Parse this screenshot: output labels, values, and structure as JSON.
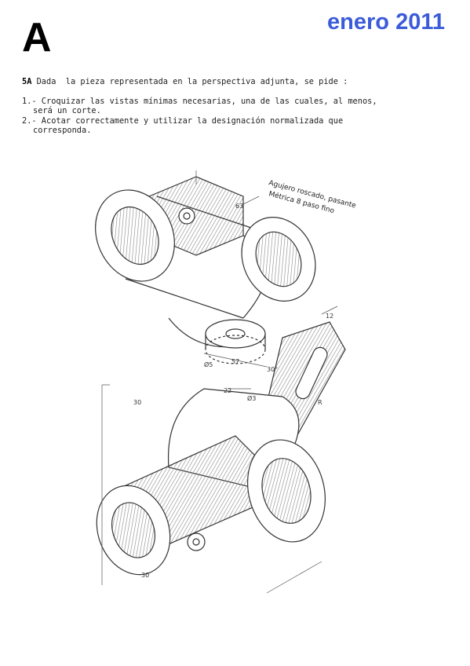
{
  "header": {
    "exam_letter": "A",
    "date": "enero 2011",
    "date_color": "#3b5bd9"
  },
  "statement": {
    "code": "5A",
    "intro": " Dada  la pieza representada en la perspectiva adjunta, se pide :",
    "items": [
      {
        "line1": "1.- Croquizar las vistas mínimas necesarias, una de las cuales, al menos,",
        "line2": "será un corte."
      },
      {
        "line1": "2.- Acotar correctamente y utilizar la designación normalizada que",
        "line2": "corresponda."
      }
    ]
  },
  "drawing": {
    "note_line1": "Agujero roscado, pasante",
    "note_line2": "Métrica 8 paso fino",
    "dimensions": [
      "63",
      "30",
      "Ø5",
      "57",
      "22",
      "Ø3",
      "30°",
      "12",
      "30",
      "R"
    ]
  }
}
